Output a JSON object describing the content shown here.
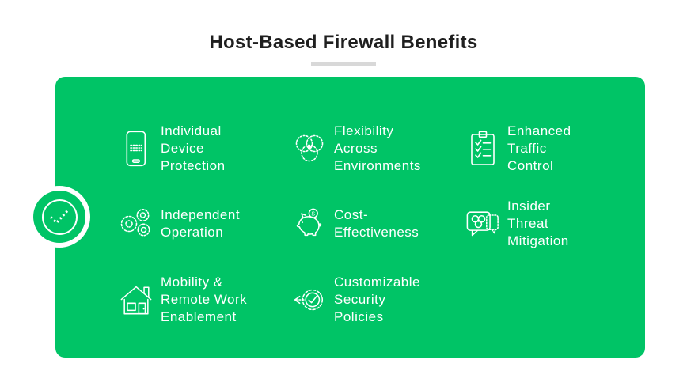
{
  "title": "Host-Based Firewall Benefits",
  "colors": {
    "panel_green": "#00c466",
    "title_text": "#1f1f1f",
    "divider_gray": "#d8d8d8",
    "benefit_text": "#ffffff"
  },
  "badge": {
    "icon": "check-icon"
  },
  "benefits": [
    {
      "icon": "smartphone-icon",
      "label": "Individual\nDevice\nProtection"
    },
    {
      "icon": "venn-circles-icon",
      "label": "Flexibility\nAcross\nEnvironments"
    },
    {
      "icon": "checklist-clipboard-icon",
      "label": "Enhanced\nTraffic\nControl"
    },
    {
      "icon": "gears-icon",
      "label": "Independent\nOperation"
    },
    {
      "icon": "piggy-bank-icon",
      "label": "Cost-\nEffectiveness"
    },
    {
      "icon": "threat-chat-icon",
      "label": "Insider\nThreat\nMitigation"
    },
    {
      "icon": "house-icon",
      "label": "Mobility &\nRemote Work\nEnablement"
    },
    {
      "icon": "security-badge-icon",
      "label": "Customizable\nSecurity\nPolicies"
    }
  ]
}
